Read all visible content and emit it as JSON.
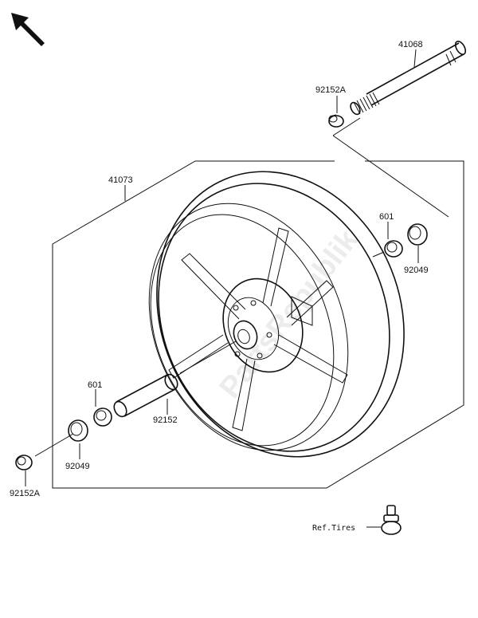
{
  "parts": {
    "axle": "41068",
    "collar_top": "92152A",
    "wheel": "41073",
    "bearing_right": "601",
    "seal_right": "92049",
    "bearing_left": "601",
    "spacer": "92152",
    "seal_left": "92049",
    "collar_bottom": "92152A"
  },
  "ref_tires": "Ref.Tires",
  "watermark": "PartsRepublik",
  "icons": {
    "orientation": "arrow-up-left-icon",
    "valve": "valve-icon"
  }
}
